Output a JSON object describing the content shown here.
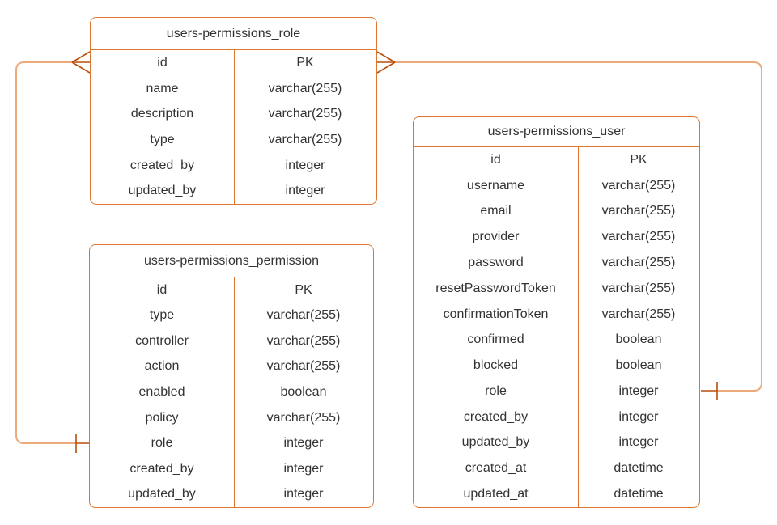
{
  "colors": {
    "table_border": "#E0762E",
    "relation_line": "#EDA97C",
    "relation_marker": "#B94E0C",
    "text_color": "#333333",
    "bg_color": "#FFFFFF"
  },
  "tables": {
    "role": {
      "title": "users-permissions_role",
      "fields": [
        {
          "name": "id",
          "type": "PK"
        },
        {
          "name": "name",
          "type": "varchar(255)"
        },
        {
          "name": "description",
          "type": "varchar(255)"
        },
        {
          "name": "type",
          "type": "varchar(255)"
        },
        {
          "name": "created_by",
          "type": "integer"
        },
        {
          "name": "updated_by",
          "type": "integer"
        }
      ]
    },
    "permission": {
      "title": "users-permissions_permission",
      "fields": [
        {
          "name": "id",
          "type": "PK"
        },
        {
          "name": "type",
          "type": "varchar(255)"
        },
        {
          "name": "controller",
          "type": "varchar(255)"
        },
        {
          "name": "action",
          "type": "varchar(255)"
        },
        {
          "name": "enabled",
          "type": "boolean"
        },
        {
          "name": "policy",
          "type": "varchar(255)"
        },
        {
          "name": "role",
          "type": "integer"
        },
        {
          "name": "created_by",
          "type": "integer"
        },
        {
          "name": "updated_by",
          "type": "integer"
        }
      ]
    },
    "user": {
      "title": "users-permissions_user",
      "fields": [
        {
          "name": "id",
          "type": "PK"
        },
        {
          "name": "username",
          "type": "varchar(255)"
        },
        {
          "name": "email",
          "type": "varchar(255)"
        },
        {
          "name": "provider",
          "type": "varchar(255)"
        },
        {
          "name": "password",
          "type": "varchar(255)"
        },
        {
          "name": "resetPasswordToken",
          "type": "varchar(255)"
        },
        {
          "name": "confirmationToken",
          "type": "varchar(255)"
        },
        {
          "name": "confirmed",
          "type": "boolean"
        },
        {
          "name": "blocked",
          "type": "boolean"
        },
        {
          "name": "role",
          "type": "integer"
        },
        {
          "name": "created_by",
          "type": "integer"
        },
        {
          "name": "updated_by",
          "type": "integer"
        },
        {
          "name": "created_at",
          "type": "datetime"
        },
        {
          "name": "updated_at",
          "type": "datetime"
        }
      ]
    }
  },
  "relationships": [
    {
      "from_table": "users-permissions_permission",
      "from_field": "role",
      "from_cardinality": "one",
      "to_table": "users-permissions_role",
      "to_field": "id",
      "to_cardinality": "many"
    },
    {
      "from_table": "users-permissions_user",
      "from_field": "role",
      "from_cardinality": "one",
      "to_table": "users-permissions_role",
      "to_field": "id",
      "to_cardinality": "many"
    }
  ]
}
